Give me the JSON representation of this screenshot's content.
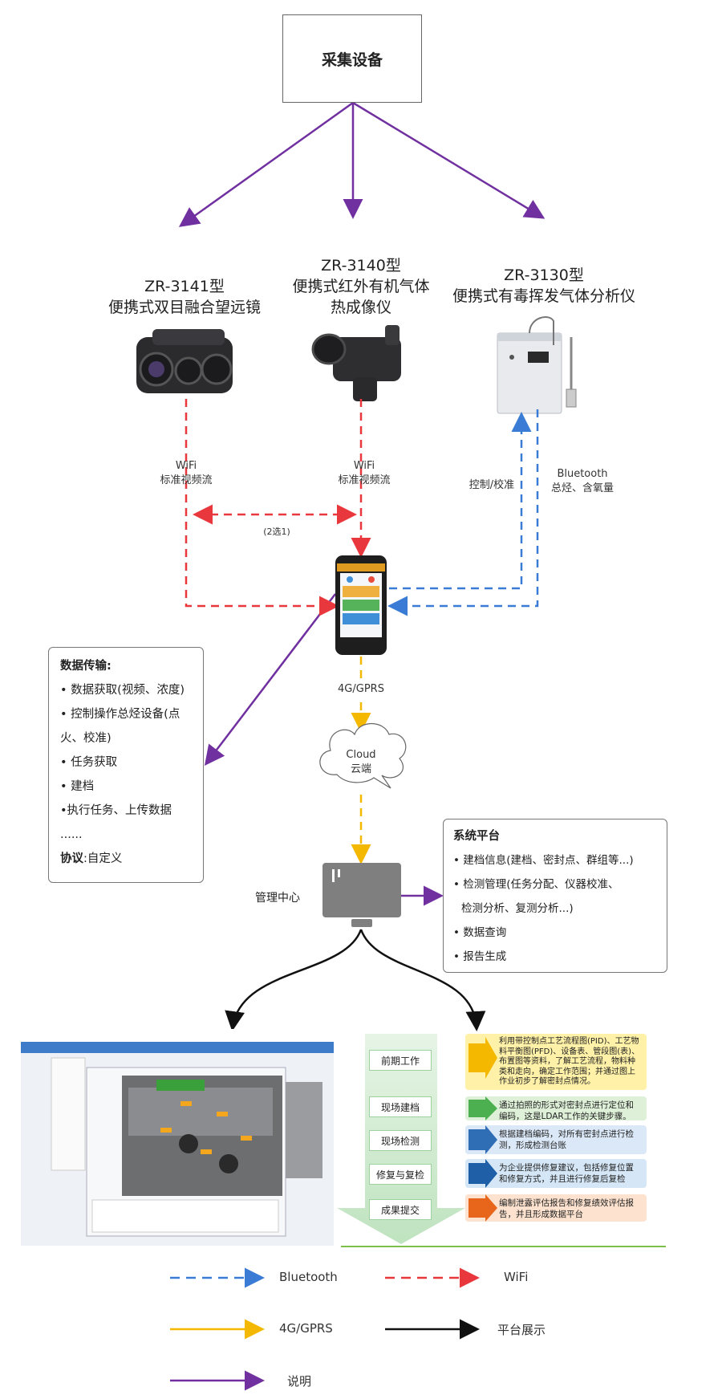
{
  "top_box": {
    "label": "采集设备"
  },
  "devices": [
    {
      "model": "ZR-3141型",
      "name": "便携式双目融合望远镜"
    },
    {
      "model": "ZR-3140型",
      "name": "便携式红外有机气体",
      "name2": "热成像仪"
    },
    {
      "model": "ZR-3130型",
      "name": "便携式有毒挥发气体分析仪"
    }
  ],
  "links": {
    "wifi1": "WiFi",
    "wifi1_sub": "标准视频流",
    "wifi2": "WiFi",
    "wifi2_sub": "标准视频流",
    "choose": "(2选1)",
    "control": "控制/校准",
    "bluetooth": "Bluetooth",
    "bluetooth_sub": "总烃、含氧量",
    "gprs": "4G/GPRS",
    "cloud": "Cloud",
    "cloud_sub": "云端",
    "center": "管理中心"
  },
  "data_box": {
    "title": "数据传输:",
    "items": [
      "• 数据获取(视频、浓度)",
      "• 控制操作总烃设备(点",
      "火、校准)",
      "• 任务获取",
      "• 建档",
      "•执行任务、上传数据",
      "......"
    ],
    "protocol_label": "协议",
    "protocol_value": ":自定义"
  },
  "platform_box": {
    "title": "系统平台",
    "items": [
      "• 建档信息(建档、密封点、群组等...)",
      "• 检测管理(任务分配、仪器校准、",
      "检测分析、复测分析...)",
      "• 数据查询",
      "• 报告生成"
    ]
  },
  "workflow": {
    "steps": [
      "前期工作",
      "现场建档",
      "现场检测",
      "修复与复检",
      "成果提交"
    ],
    "descs": [
      "利用带控制点工艺流程图(PID)、工艺物料平衡图(PFD)、设备表、管段图(表)、布置图等资料，了解工艺流程，物料种类和走向，确定工作范围；并通过图上作业初步了解密封点情况。",
      "通过拍照的形式对密封点进行定位和编码，这是LDAR工作的关键步骤。",
      "根据建档编码，对所有密封点进行检测，形成检测台账",
      "为企业提供修复建议，包括修复位置和修复方式，并且进行修复后复检",
      "编制泄露评估报告和修复绩效评估报告，并且形成数据平台"
    ]
  },
  "legend": {
    "bluetooth": "Bluetooth",
    "wifi": "WiFi",
    "gprs": "4G/GPRS",
    "platform": "平台展示",
    "note": "说明"
  },
  "colors": {
    "purple": "#7030a0",
    "red": "#e8383d",
    "blue": "#3a7bd5",
    "yellow": "#f5b800",
    "black": "#111111"
  }
}
